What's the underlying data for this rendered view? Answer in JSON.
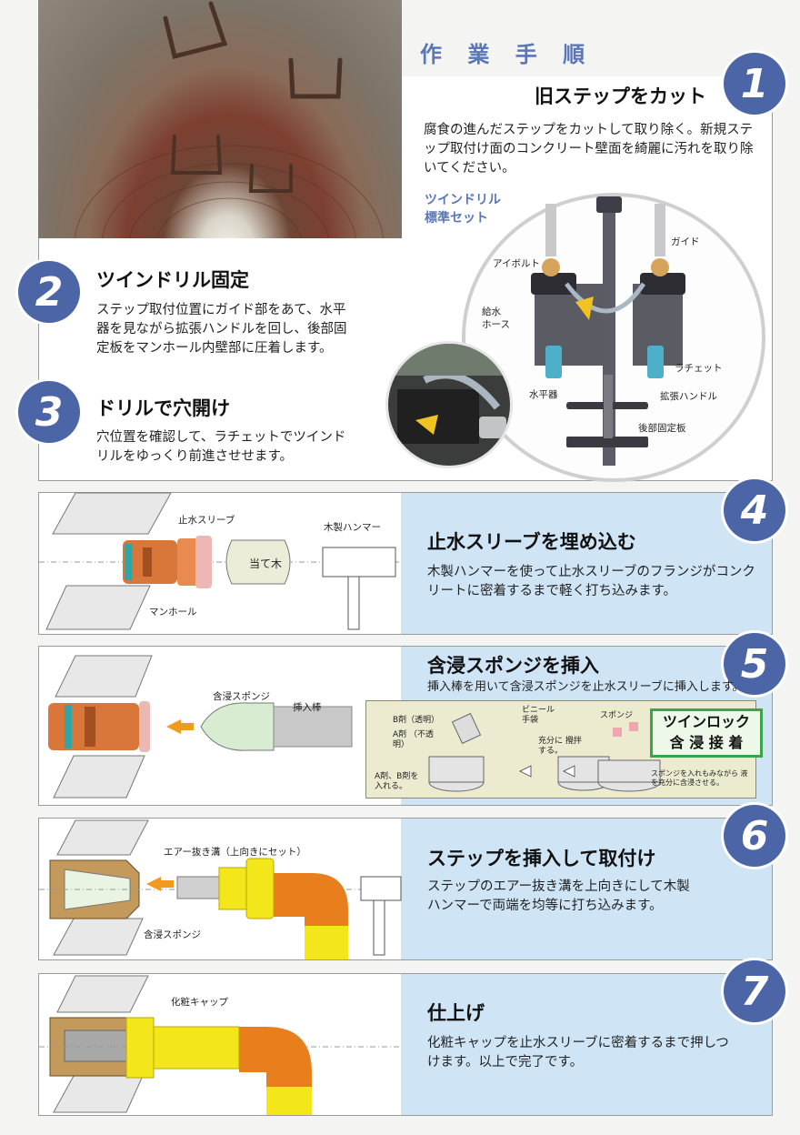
{
  "header": {
    "title": "作 業 手 順"
  },
  "colors": {
    "badge": "#4b65a6",
    "panel_blue": "#cfe5f6",
    "sleeve_orange": "#d9773a",
    "cap_yellow": "#f3e61a",
    "pipe_orange": "#e97f1c",
    "arrow_orange": "#f29a1e",
    "green_box": "#37a548"
  },
  "steps": [
    {
      "number": "1",
      "title": "旧ステップをカット",
      "text": "腐食の進んだステップをカットして取り除く。新規ステップ取付け面のコンクリート壁面を綺麗に汚れを取り除いてください。"
    },
    {
      "number": "2",
      "title": "ツインドリル固定",
      "text": "ステップ取付位置にガイド部をあて、水平器を見ながら拡張ハンドルを回し、後部固定板をマンホール内壁部に圧着します。"
    },
    {
      "number": "3",
      "title": "ドリルで穴開け",
      "text": "穴位置を確認して、ラチェットでツインドリルをゆっくり前進させせます。"
    },
    {
      "number": "4",
      "title": "止水スリーブを埋め込む",
      "text": "木製ハンマーを使って止水スリーブのフランジがコンクリートに密着するまで軽く打ち込みます。"
    },
    {
      "number": "5",
      "title": "含浸スポンジを挿入",
      "text": "挿入棒を用いて含浸スポンジを止水スリーブに挿入します。"
    },
    {
      "number": "6",
      "title": "ステップを挿入して取付け",
      "text": "ステップのエアー抜き溝を上向きにして木製ハンマーで両端を均等に打ち込みます。"
    },
    {
      "number": "7",
      "title": "仕上げ",
      "text": "化粧キャップを止水スリーブに密着するまで押しつけます。以上で完了です。"
    }
  ],
  "drill": {
    "set_label": "ツインドリル 標準セット",
    "labels": {
      "guide": "ガイド",
      "eyebolt": "アイボルト",
      "water_hose": "給水 ホース",
      "ratchet": "ラチェット",
      "level": "水平器",
      "handle": "拡張ハンドル",
      "plate": "後部固定板"
    }
  },
  "fig4": {
    "sleeve": "止水スリーブ",
    "block": "当て木",
    "hammer": "木製ハンマー",
    "manhole": "マンホール"
  },
  "fig5": {
    "sponge": "含浸スポンジ",
    "rod": "挿入棒",
    "inset": {
      "b_agent": "B剤（透明）",
      "a_agent": "A剤 （不透明）",
      "gloves": "ビニール 手袋",
      "stir": "充分に 攪拌する。",
      "sponge": "スポンジ",
      "pour": "A剤、B剤を 入れる。",
      "soak": "スポンジを入れもみながら 液を充分に含浸させる。",
      "brand_line1": "ツインロック",
      "brand_line2": "含 浸 接 着"
    }
  },
  "fig6": {
    "groove": "エアー抜き溝（上向きにセット）",
    "sponge": "含浸スポンジ"
  },
  "fig7": {
    "cap": "化粧キャップ"
  }
}
